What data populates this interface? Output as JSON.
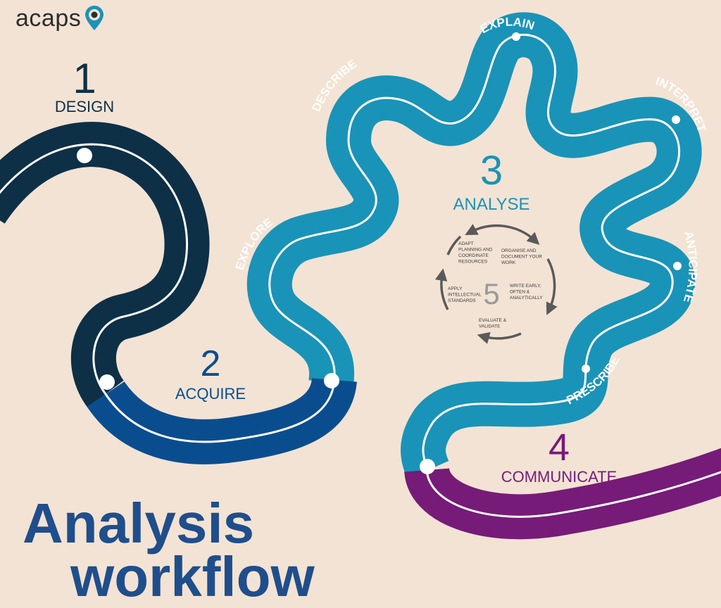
{
  "brand": {
    "name": "acaps"
  },
  "title": {
    "line1": "Analysis",
    "line2": "workflow"
  },
  "colors": {
    "background": "#f3e3d4",
    "design": "#0d3047",
    "acquire": "#0a4d8f",
    "analyse": "#1a93b8",
    "communicate": "#761b78",
    "cycle": "#5a5a5a"
  },
  "steps": [
    {
      "number": "1",
      "label": "DESIGN"
    },
    {
      "number": "2",
      "label": "ACQUIRE"
    },
    {
      "number": "3",
      "label": "ANALYSE"
    },
    {
      "number": "4",
      "label": "COMMUNICATE"
    }
  ],
  "path_labels": [
    "EXPLORE",
    "DESCRIBE",
    "EXPLAIN",
    "INTERPRET",
    "ANTICIPATE",
    "PRESCRIBE"
  ],
  "cycle": {
    "number": "5",
    "items": [
      {
        "lines": [
          "ADAPT",
          "PLANNING AND",
          "COORDINATE",
          "RESOURCES"
        ]
      },
      {
        "lines": [
          "ORGANISE AND",
          "DOCUMENT YOUR",
          "WORK"
        ]
      },
      {
        "lines": [
          "WRITE EARLY,",
          "OFTEN &",
          "ANALYTICALLY"
        ]
      },
      {
        "lines": [
          "EVALUATE &",
          "VALIDATE"
        ]
      },
      {
        "lines": [
          "APPLY",
          "INTELLECTUAL",
          "STANDARDS"
        ]
      }
    ]
  }
}
